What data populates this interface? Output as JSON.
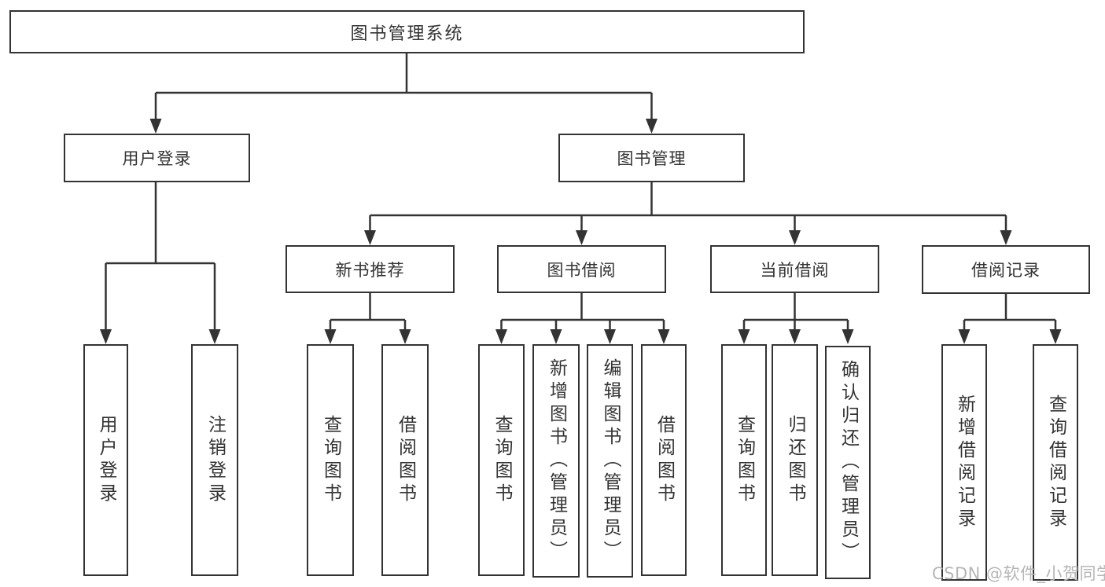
{
  "diagram": {
    "root": {
      "label": "图书管理系统",
      "children": [
        {
          "label": "用户登录",
          "children": [
            {
              "label": "用户登录"
            },
            {
              "label": "注销登录"
            }
          ]
        },
        {
          "label": "图书管理",
          "children": [
            {
              "label": "新书推荐",
              "children": [
                {
                  "label": "查询图书"
                },
                {
                  "label": "借阅图书"
                }
              ]
            },
            {
              "label": "图书借阅",
              "children": [
                {
                  "label": "查询图书"
                },
                {
                  "label": "新增图书（管理员）"
                },
                {
                  "label": "编辑图书（管理员）"
                },
                {
                  "label": "借阅图书"
                }
              ]
            },
            {
              "label": "当前借阅",
              "children": [
                {
                  "label": "查询图书"
                },
                {
                  "label": "归还图书"
                },
                {
                  "label": "确认归还（管理员）"
                }
              ]
            },
            {
              "label": "借阅记录",
              "children": [
                {
                  "label": "新增借阅记录"
                },
                {
                  "label": "查询借阅记录"
                }
              ]
            }
          ]
        }
      ]
    }
  },
  "watermark": {
    "text": "CSDN @软件_小贺同学"
  },
  "colors": {
    "line": "#333333",
    "text": "#333333",
    "box_background": "#ffffff",
    "background": "#ffffff",
    "watermark": "#b6b6b8"
  }
}
